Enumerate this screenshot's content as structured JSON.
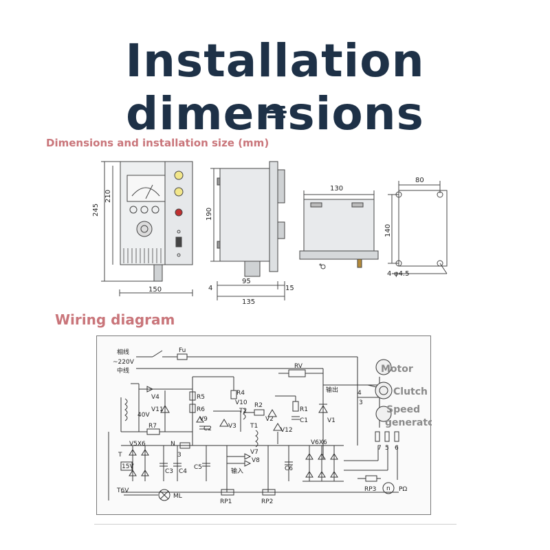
{
  "header": {
    "title": "Installation dimensions"
  },
  "dimensions_section": {
    "label": "Dimensions and installation size (mm)",
    "front_view": {
      "height_outer": "245",
      "height_inner": "210",
      "width": "150"
    },
    "side_view": {
      "height": "190",
      "left_offset": "4",
      "body_depth": "95",
      "right_offset": "15",
      "total_depth": "135"
    },
    "top_view": {
      "width": "130"
    },
    "mounting_view": {
      "hole_spacing_x": "80",
      "hole_spacing_y": "140",
      "holes": "4-φ4.5"
    }
  },
  "wiring_section": {
    "label": "Wiring diagram",
    "labels": {
      "phase_line": "相线",
      "voltage": "~220V",
      "neutral_line": "中线",
      "fuse": "Fu",
      "rv": "RV",
      "output": "输出",
      "input": "输入",
      "v4": "V4",
      "v40": "40V",
      "v11": "V11",
      "r5": "R5",
      "r6": "R6",
      "r4": "R4",
      "v10": "V10",
      "v9": "V9",
      "c2": "C2",
      "t2": "T2",
      "v3": "V3",
      "r2": "R2",
      "v2": "V2",
      "t1": "T1",
      "v12": "V12",
      "r1": "R1",
      "c1": "C1",
      "v1": "V1",
      "r7": "R7",
      "v5x6": "V5X6",
      "n": "N",
      "t": "T",
      "v15": "15V",
      "three": "3",
      "c3": "C3",
      "c4": "C4",
      "c5": "C5",
      "v7": "V7",
      "v8": "V8",
      "c6": "C6",
      "v6x6": "V6X6",
      "t6v": "T6V",
      "ml": "ML",
      "rp1": "RP1",
      "rp2": "RP2",
      "rp3": "RP3",
      "motor": "Motor",
      "clutch": "Clutch",
      "speed_generator_1": "Speed",
      "speed_generator_2": "generator",
      "term4": "4",
      "term3": "3",
      "term7": "7",
      "term5": "5",
      "term6": "6",
      "n_symbol": "n",
      "p_omega": "PΩ"
    }
  }
}
